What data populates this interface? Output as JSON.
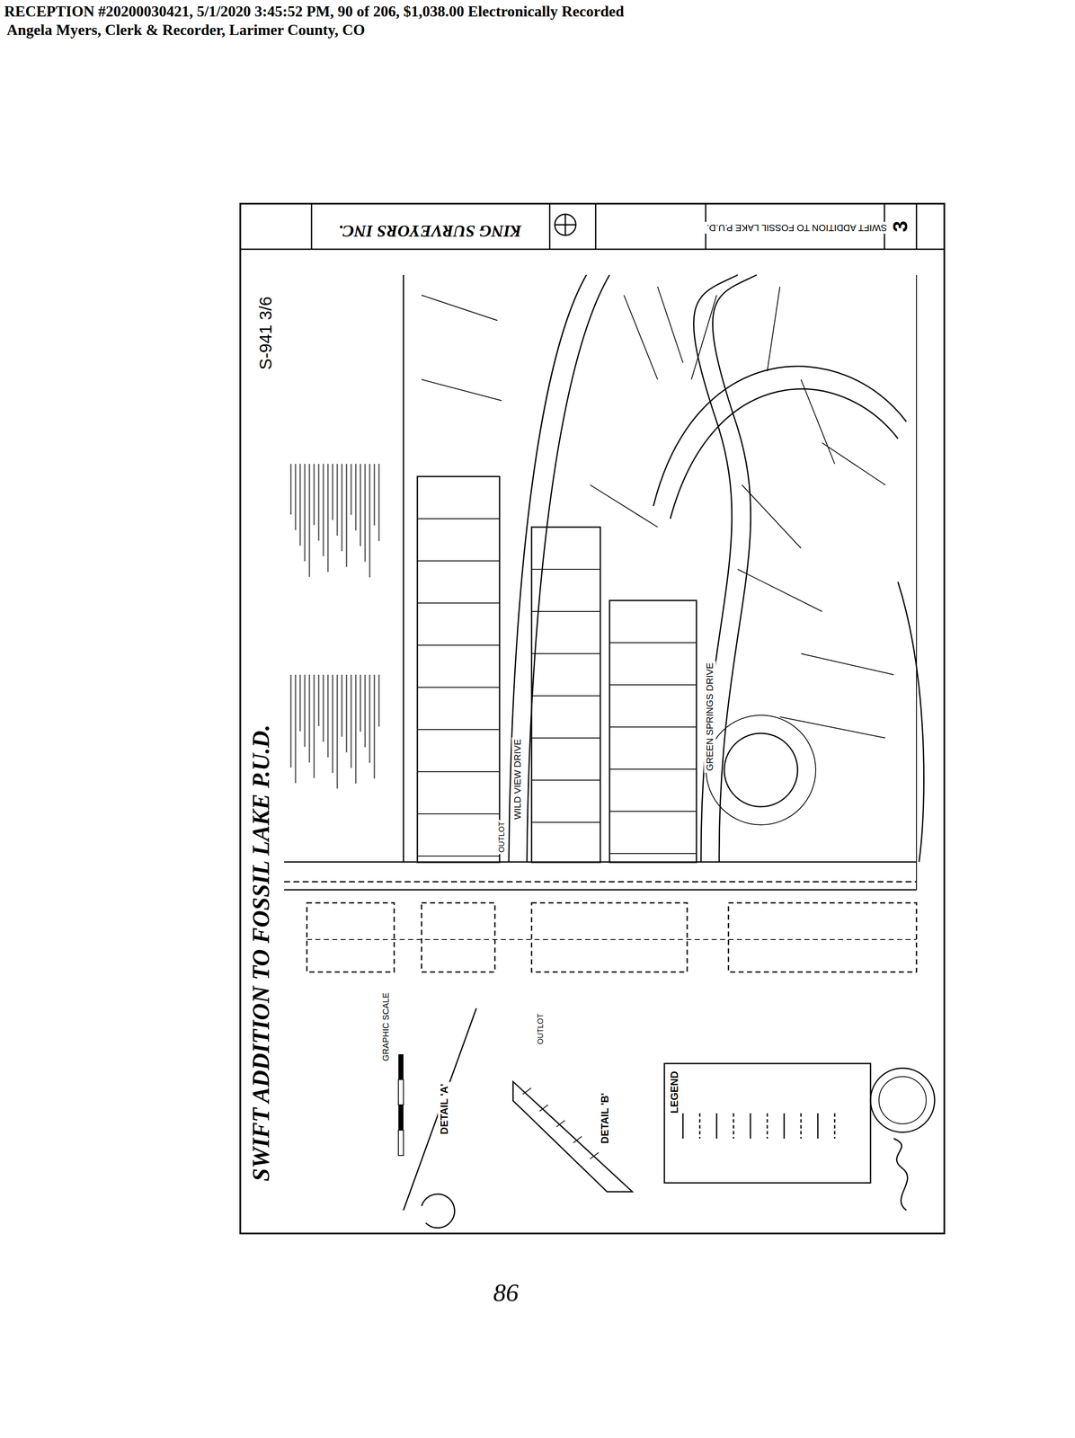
{
  "diagram": {
    "title": "SWIFT ADDITION TO FOSSIL LAKE P.U.D.",
    "labels": [
      "RECEPTION #20200030421,  5/1/2020 3:45:52 PM, 90 of 206, $1,038.00  Electronically Recorded",
      "Angela Myers, Clerk & Recorder, Larimer County, CO",
      "S-941  3/6",
      "KING SURVEYORS INC.",
      "SWIFT ADDITION TO FOSSIL LAKE P.U.D.",
      "3",
      "WILD VIEW DRIVE",
      "GREEN SPRINGS DRIVE",
      "OUTLOT",
      "OUTLOT",
      "DETAIL 'A'",
      "DETAIL 'B'",
      "LEGEND",
      "GRAPHIC SCALE",
      "86"
    ]
  }
}
